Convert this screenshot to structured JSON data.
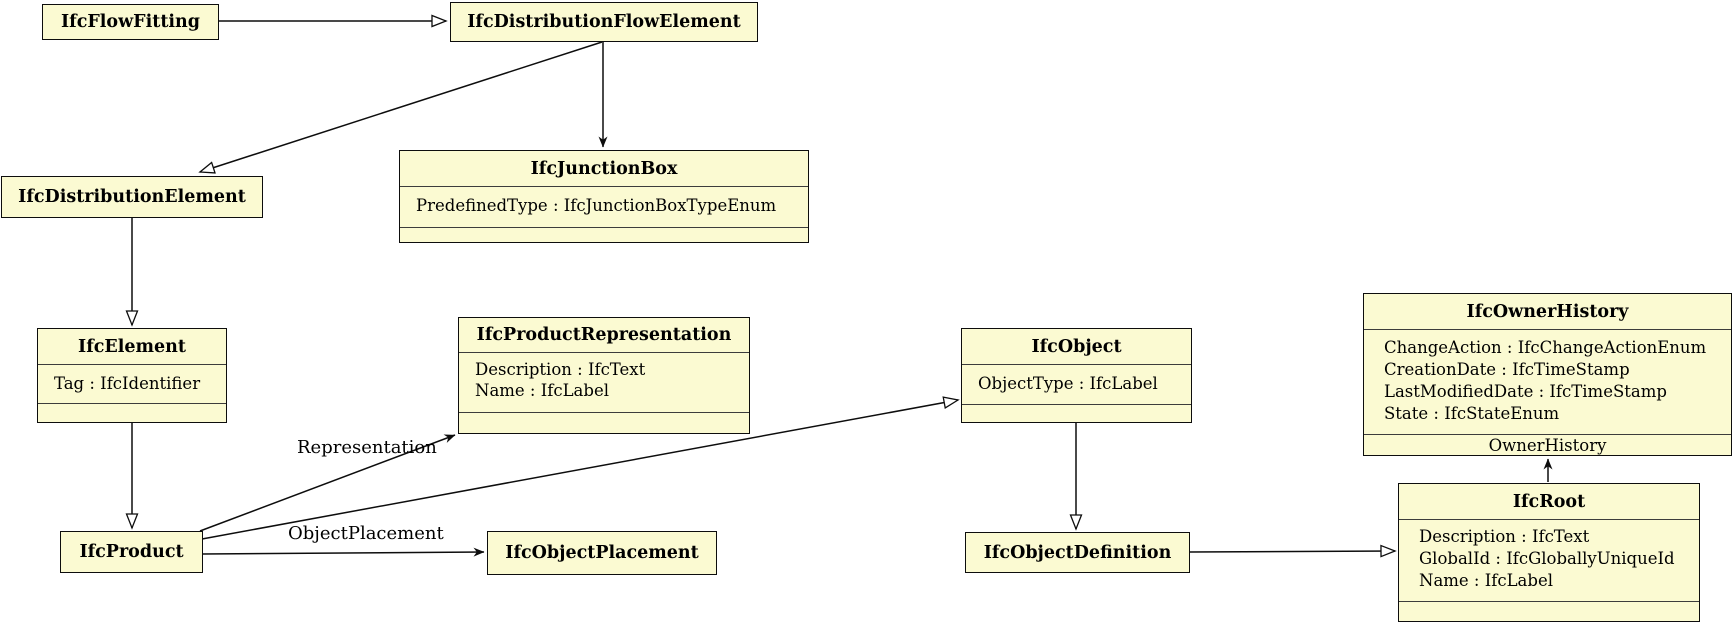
{
  "diagram": {
    "type": "uml-class-diagram",
    "colors": {
      "class_fill": "#fbfad2",
      "class_border": "#0d0d0d",
      "edge_line": "#0d0d0d",
      "background": "#ffffff"
    },
    "classes": {
      "flow_fitting": {
        "title": "IfcFlowFitting",
        "attributes": []
      },
      "distribution_flow_element": {
        "title": "IfcDistributionFlowElement",
        "attributes": []
      },
      "distribution_element": {
        "title": "IfcDistributionElement",
        "attributes": []
      },
      "junction_box": {
        "title": "IfcJunctionBox",
        "attributes": [
          "PredefinedType : IfcJunctionBoxTypeEnum"
        ]
      },
      "element": {
        "title": "IfcElement",
        "attributes": [
          "Tag : IfcIdentifier"
        ]
      },
      "product_representation": {
        "title": "IfcProductRepresentation",
        "attributes": [
          "Description : IfcText",
          "Name : IfcLabel"
        ]
      },
      "object": {
        "title": "IfcObject",
        "attributes": [
          "ObjectType : IfcLabel"
        ]
      },
      "owner_history": {
        "title": "IfcOwnerHistory",
        "attributes": [
          "ChangeAction : IfcChangeActionEnum",
          "CreationDate : IfcTimeStamp",
          "LastModifiedDate : IfcTimeStamp",
          "State : IfcStateEnum"
        ],
        "footer_label": "OwnerHistory"
      },
      "product": {
        "title": "IfcProduct",
        "attributes": []
      },
      "object_placement": {
        "title": "IfcObjectPlacement",
        "attributes": []
      },
      "object_definition": {
        "title": "IfcObjectDefinition",
        "attributes": []
      },
      "root": {
        "title": "IfcRoot",
        "attributes": [
          "Description : IfcText",
          "GlobalId : IfcGloballyUniqueId",
          "Name : IfcLabel"
        ]
      }
    },
    "edge_labels": {
      "representation": "Representation",
      "object_placement": "ObjectPlacement"
    }
  }
}
